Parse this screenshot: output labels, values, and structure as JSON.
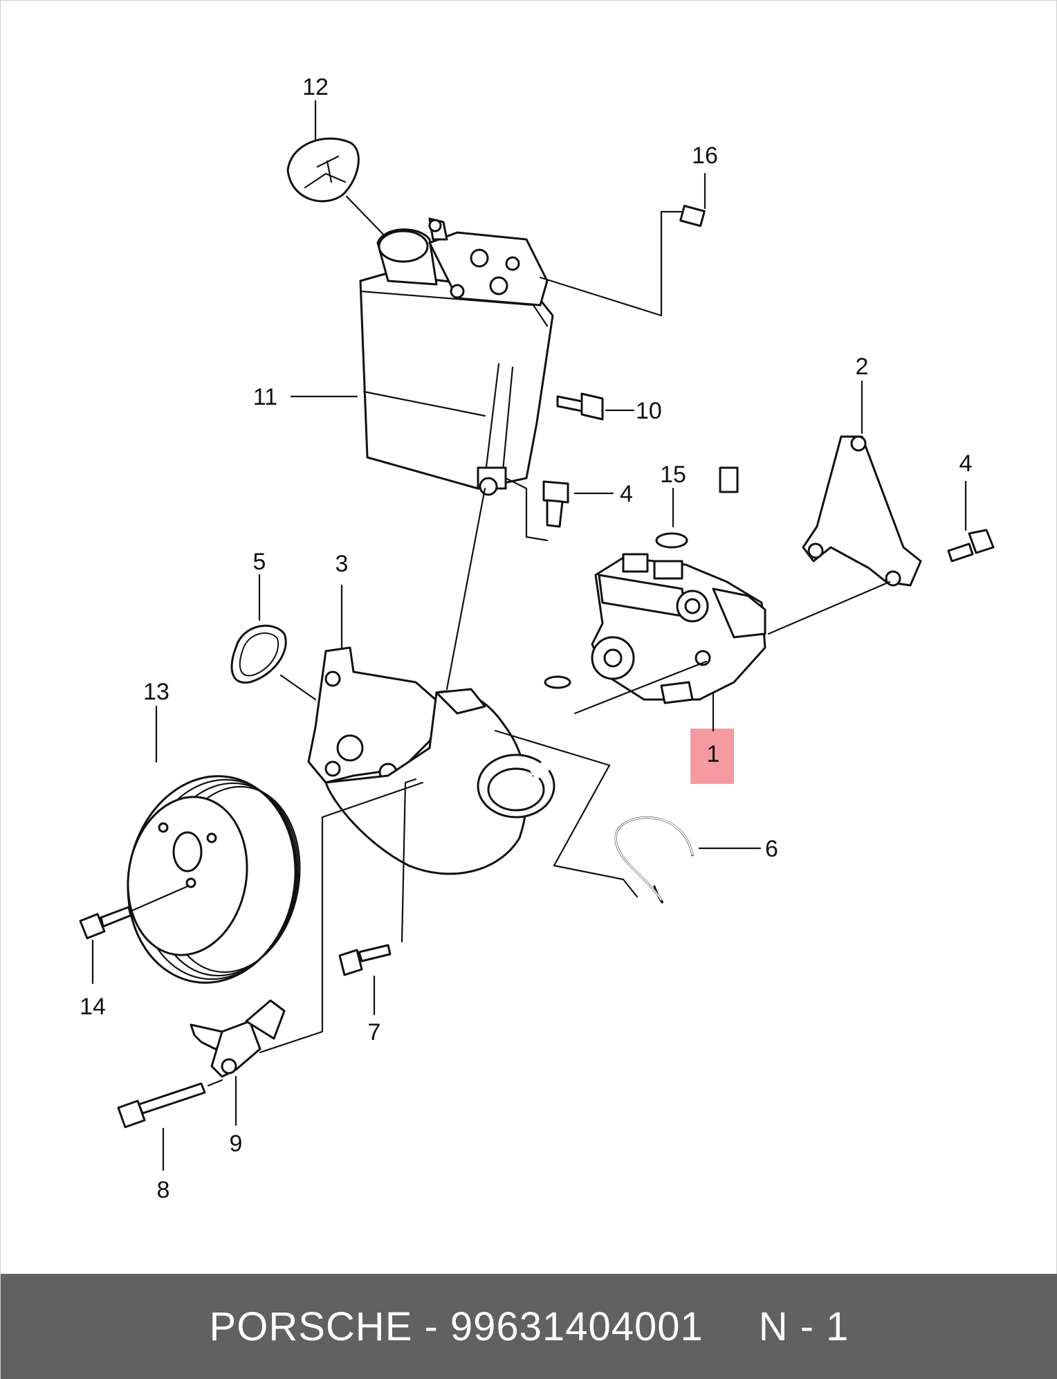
{
  "callouts": {
    "c1": "1",
    "c2": "2",
    "c3": "3",
    "c4a": "4",
    "c4b": "4",
    "c5": "5",
    "c6": "6",
    "c7": "7",
    "c8": "8",
    "c9": "9",
    "c10": "10",
    "c11": "11",
    "c12": "12",
    "c13": "13",
    "c14": "14",
    "c15": "15",
    "c16": "16"
  },
  "footer": {
    "part_label": "PORSCHE - 99631404001",
    "position_label": "N - 1"
  },
  "colors": {
    "footer_background": "#616161",
    "highlight": "#f59aa0",
    "line": "#111111"
  }
}
